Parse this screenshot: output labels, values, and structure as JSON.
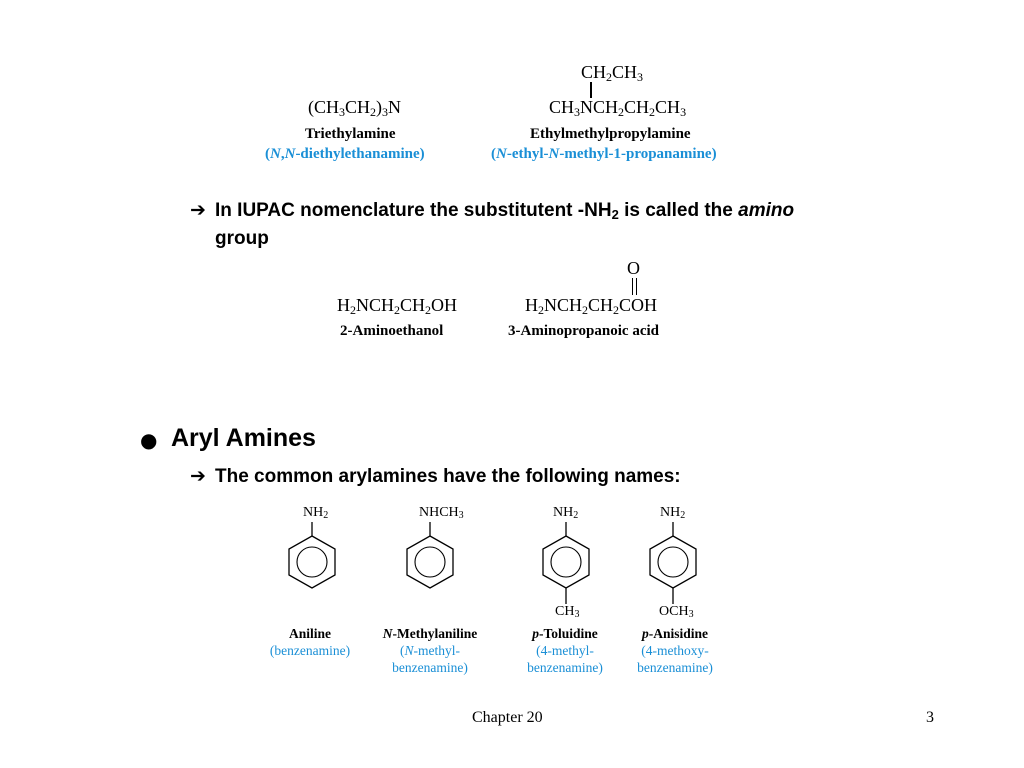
{
  "amines": {
    "triethyl": {
      "formula_main": "(CH",
      "formula_sub1": "3",
      "formula_mid": "CH",
      "formula_sub2": "2",
      "formula_close": ")",
      "formula_sub3": "3",
      "formula_end": "N",
      "name": "Triethylamine",
      "iupac_open": "(",
      "iupac_n1": "N",
      "iupac_comma": ",",
      "iupac_n2": "N",
      "iupac_rest": "-diethylethanamine)"
    },
    "ethylmethylpropyl": {
      "top_a": "CH",
      "top_sub1": "2",
      "top_b": "CH",
      "top_sub2": "3",
      "main_a": "CH",
      "main_sub1": "3",
      "main_b": "NCH",
      "main_sub2": "2",
      "main_c": "CH",
      "main_sub3": "2",
      "main_d": "CH",
      "main_sub4": "3",
      "name": "Ethylmethylpropylamine",
      "iupac_open": "(",
      "iupac_n1": "N",
      "iupac_mid": "-ethyl-",
      "iupac_n2": "N",
      "iupac_rest": "-methyl-1-propanamine)"
    }
  },
  "bullet1": {
    "arrow": "➔",
    "text_a": "In IUPAC nomenclature the substitutent -NH",
    "text_sub": "2",
    "text_b": " is called the ",
    "text_em": "amino",
    "text_line2": "group"
  },
  "amino": {
    "ethanol": {
      "f_a": "H",
      "f_sub1": "2",
      "f_b": "NCH",
      "f_sub2": "2",
      "f_c": "CH",
      "f_sub3": "2",
      "f_d": "OH",
      "name": "2-Aminoethanol"
    },
    "propanoic": {
      "oxygen": "O",
      "f_a": "H",
      "f_sub1": "2",
      "f_b": "NCH",
      "f_sub2": "2",
      "f_c": "CH",
      "f_sub3": "2",
      "f_d": "COH",
      "name": "3-Aminopropanoic acid"
    }
  },
  "section": {
    "bullet": "●",
    "heading": "Aryl Amines",
    "arrow": "➔",
    "subtext": "The common arylamines have the following names:"
  },
  "arylamines": [
    {
      "top_a": "NH",
      "top_sub": "2",
      "bottom_a": "",
      "bottom_sub": "",
      "common_prefix": "",
      "common": "Aniline",
      "iupac1": "(benzenamine)",
      "iupac2": "",
      "iupac3": ""
    },
    {
      "top_a": "NHCH",
      "top_sub": "3",
      "bottom_a": "",
      "bottom_sub": "",
      "common_prefix": "N",
      "common": "-Methylaniline",
      "iupac1_prefix": "(",
      "iupac1_italic": "N",
      "iupac1": "-methyl-",
      "iupac2": "benzenamine)",
      "iupac3": ""
    },
    {
      "top_a": "NH",
      "top_sub": "2",
      "bottom_a": "CH",
      "bottom_sub": "3",
      "common_prefix": "p",
      "common": "-Toluidine",
      "iupac1": "(4-methyl-",
      "iupac2": "benzenamine)",
      "iupac3": ""
    },
    {
      "top_a": "NH",
      "top_sub": "2",
      "bottom_a": "OCH",
      "bottom_sub": "3",
      "common_prefix": "p",
      "common": "-Anisidine",
      "iupac1": "(4-methoxy-",
      "iupac2": "benzenamine)",
      "iupac3": ""
    }
  ],
  "footer": {
    "chapter": "Chapter 20",
    "page": "3"
  },
  "colors": {
    "iupac_blue": "#1a8fd6",
    "text": "#000000",
    "background": "#ffffff"
  }
}
